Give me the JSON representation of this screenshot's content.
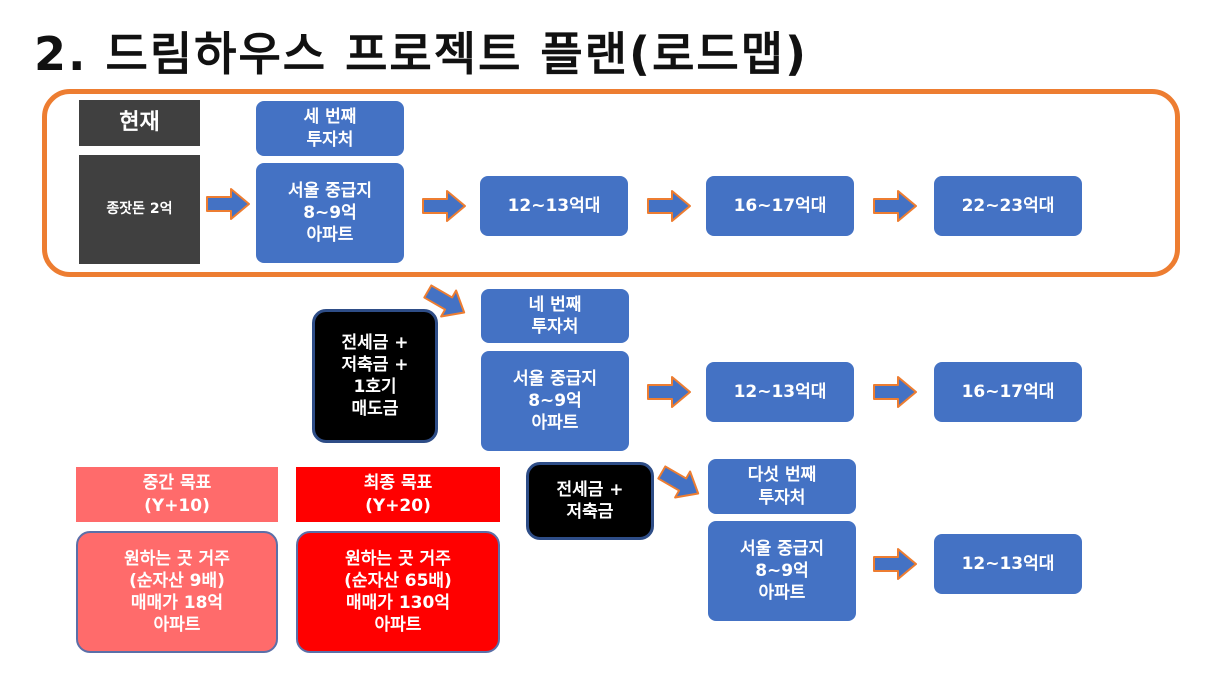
{
  "title": "2. 드림하우스 프로젝트 플랜(로드맵)",
  "row1": {
    "now_label": "현재",
    "seed": "종잣돈 2억",
    "investment_label": [
      "세 번째",
      "투자처"
    ],
    "apartment": [
      "서울 중급지",
      "8~9억",
      "아파트"
    ],
    "steps": [
      "12~13억대",
      "16~17억대",
      "22~23억대"
    ]
  },
  "row2": {
    "funds": [
      "전세금 +",
      "저축금 +",
      "1호기",
      "매도금"
    ],
    "investment_label": [
      "네 번째",
      "투자처"
    ],
    "apartment": [
      "서울 중급지",
      "8~9억",
      "아파트"
    ],
    "steps": [
      "12~13억대",
      "16~17억대"
    ]
  },
  "row3": {
    "funds": [
      "전세금 +",
      "저축금"
    ],
    "investment_label": [
      "다섯 번째",
      "투자처"
    ],
    "apartment": [
      "서울 중급지",
      "8~9억",
      "아파트"
    ],
    "steps": [
      "12~13억대"
    ]
  },
  "mid_goal": {
    "header": [
      "중간 목표",
      "(Y+10)"
    ],
    "body": [
      "원하는 곳 거주",
      "(순자산 9배)",
      "매매가 18억",
      "아파트"
    ]
  },
  "final_goal": {
    "header": [
      "최종 목표",
      "(Y+20)"
    ],
    "body": [
      "원하는 곳 거주",
      "(순자산 65배)",
      "매매가 130억",
      "아파트"
    ]
  },
  "colors": {
    "frame": "#ed7d31",
    "box_blue": "#4472c4",
    "arrow_fill": "#4472c4",
    "arrow_stroke": "#ed7d31",
    "mid_goal": "#ff6b6b",
    "final_goal": "#ff0000"
  }
}
